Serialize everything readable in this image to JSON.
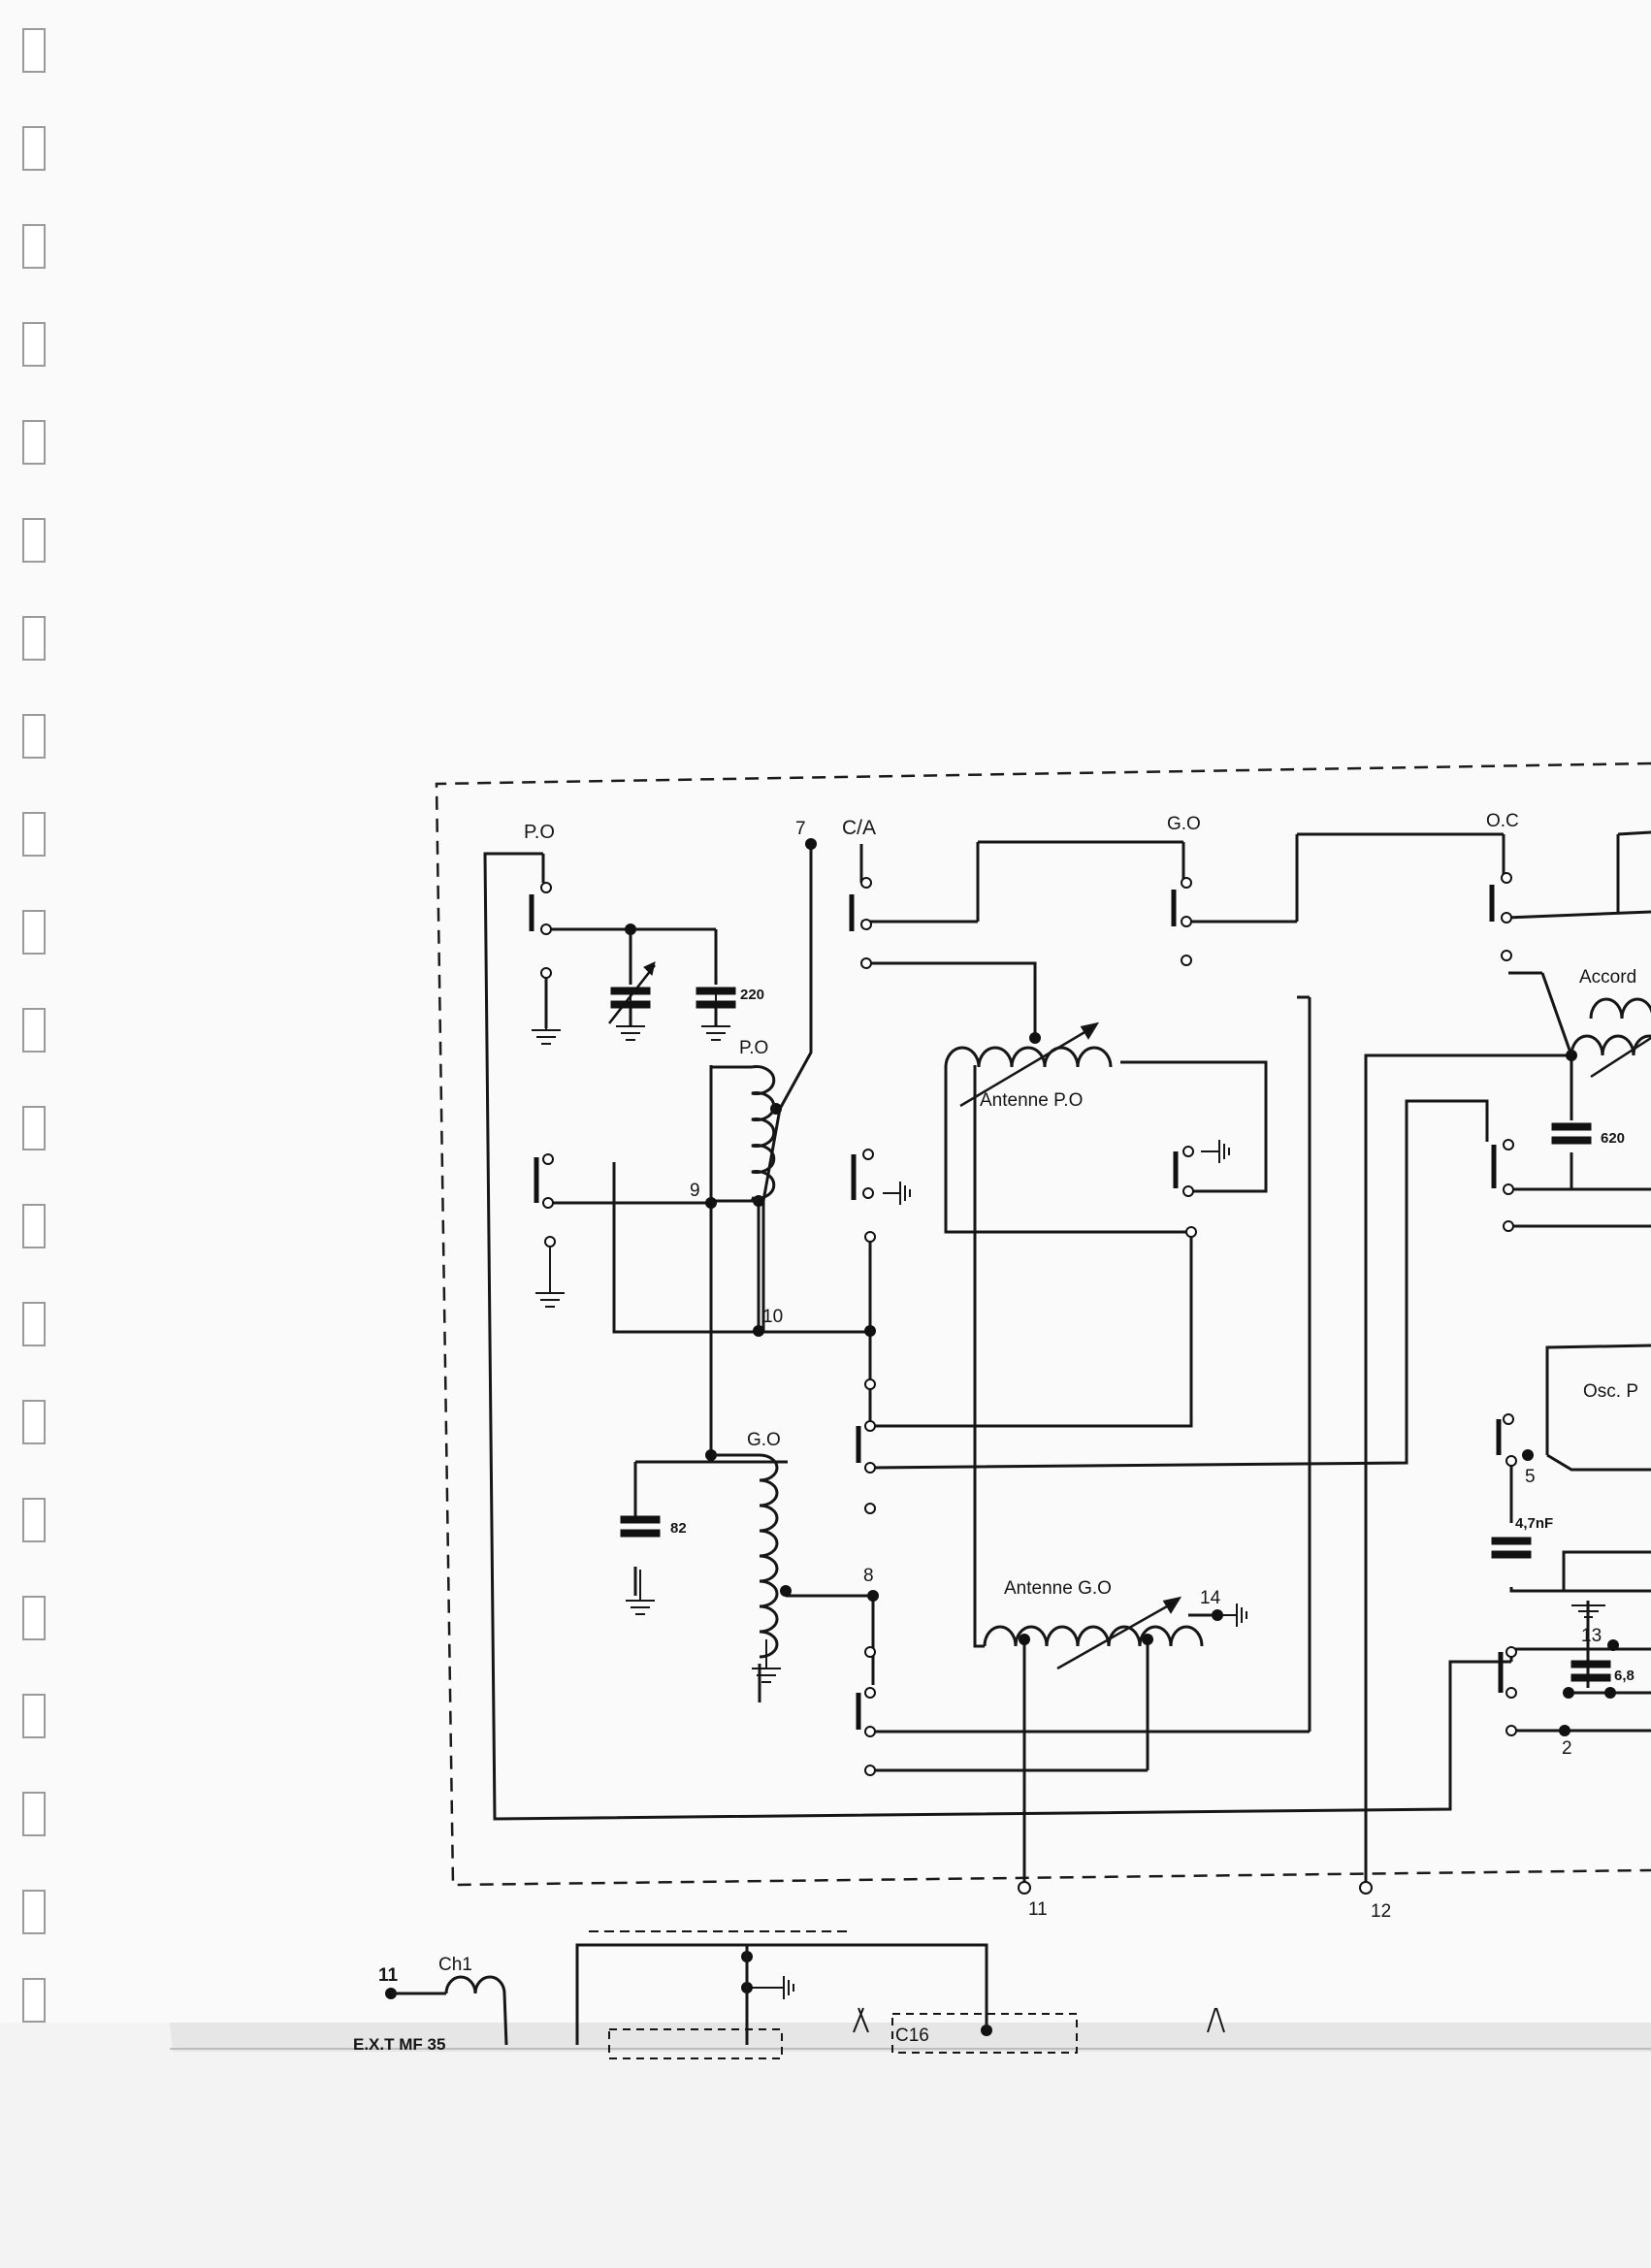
{
  "schematic": {
    "switch_labels": {
      "po": "P.O",
      "ca": "C/A",
      "go": "G.O",
      "oc": "O.C"
    },
    "node_numbers": {
      "n7": "7",
      "n9": "9",
      "n10": "10",
      "n8": "8",
      "n14": "14",
      "n11": "11",
      "n12": "12",
      "n5": "5",
      "n13": "13",
      "n2": "2",
      "n11_lower": "11"
    },
    "coil_labels": {
      "po_coil": "P.O",
      "go_coil": "G.O",
      "antenne_po": "Antenne P.O",
      "antenne_go": "Antenne G.O",
      "accord": "Accord",
      "osc": "Osc. P",
      "ch1": "Ch1"
    },
    "capacitor_values": {
      "c220": "220",
      "c82": "82",
      "c620": "620",
      "c4n7": "4,7nF",
      "c6n8": "6,8"
    },
    "lower_strip": {
      "c16": "C16",
      "ext_text": "E.X.T MF 35"
    }
  }
}
